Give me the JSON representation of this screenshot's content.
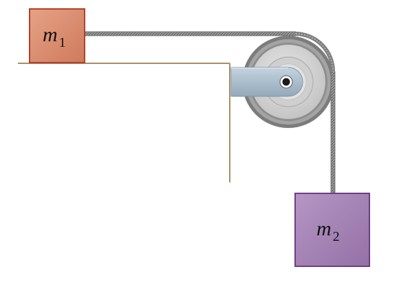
{
  "diagram": {
    "mass1": {
      "symbol": "m",
      "subscript": "1"
    },
    "mass2": {
      "symbol": "m",
      "subscript": "2"
    }
  },
  "colors": {
    "mass1_fill": "#dc8c6e",
    "mass1_edge": "#b0402c",
    "mass2_fill": "#a583b5",
    "mass2_edge": "#6d3d82",
    "table_edge": "#a98c61",
    "rope": "#8a8a8a",
    "pulley_outer": "#858585",
    "pulley_face": "#dcdcdc",
    "bracket": "#a9bccb"
  }
}
